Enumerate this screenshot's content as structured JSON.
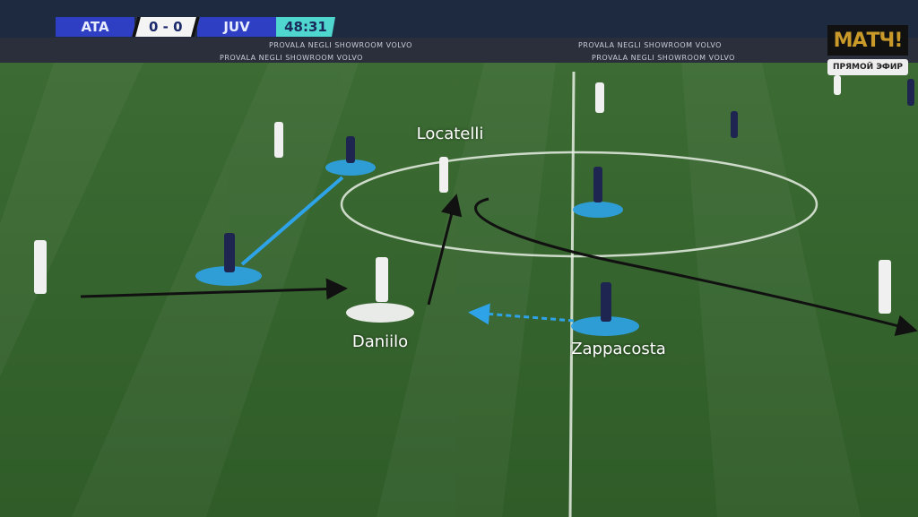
{
  "scoreboard": {
    "home": "ATA",
    "score": "0 - 0",
    "away": "JUV",
    "clock": "48:31"
  },
  "broadcaster": {
    "logo_text": "МАТЧ!",
    "live_label": "ПРЯМОЙ ЭФИР"
  },
  "ad_boards": [
    "PROVALA NEGLI SHOWROOM VOLVO",
    "PROVALA NEGLI SHOWROOM VOLVO",
    "PROVALA NEGLI SHOWROOM VOLVO",
    "PROVALA NEGLI SHOWROOM VOLVO"
  ],
  "annotations": {
    "players": [
      "Locatelli",
      "Daniilo",
      "Zappacosta"
    ]
  },
  "colors": {
    "highlight_blue": "#2ea3e8",
    "arrow_black": "#111111",
    "pitch": "#3d6b34",
    "atalanta": "#1d2550",
    "juventus": "#f2f2f2"
  }
}
